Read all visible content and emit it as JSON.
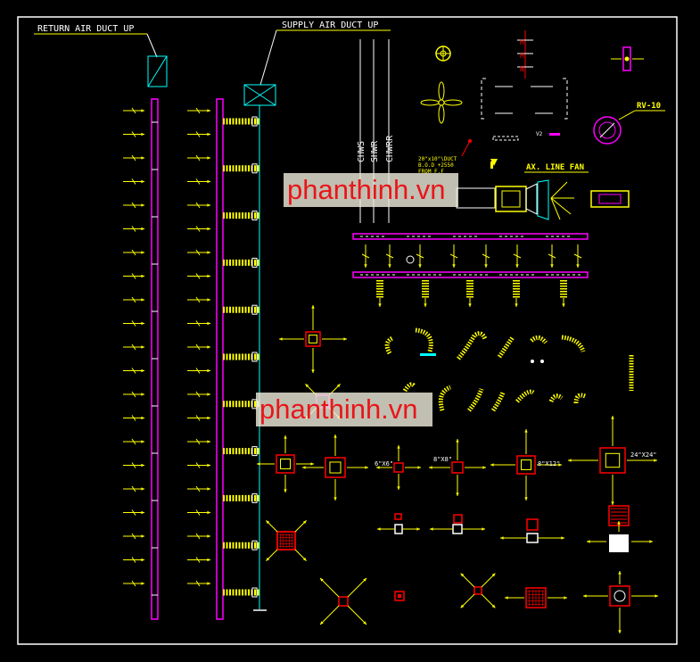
{
  "labels": {
    "return_air": "RETURN AIR DUCT UP",
    "supply_air": "SUPPLY AIR DUCT UP",
    "chws": "CHWS",
    "shwr": "SHWR",
    "chwrr": "CHWRR",
    "rv": "RV-10",
    "ax_line_fan": "AX. LINE FAN",
    "duct_note_1": "20\"x10\"\\DUCT",
    "duct_note_2": "B.O.D +2550",
    "duct_note_3": "FROM F.F",
    "size_6x6": "6\"X6\"",
    "size_8x8": "8\"X8\"",
    "size_8x12": "8\"X12\"",
    "size_24x24": "24\"X24\"",
    "v2": "V2"
  },
  "watermark": "phanthinh.vn",
  "colors": {
    "background": "#000000",
    "frame": "#ffffff",
    "magenta": "#ff00ff",
    "yellow": "#ffff00",
    "cyan": "#00ffff",
    "red": "#ff0000",
    "white": "#ffffff",
    "watermark_text": "#e8161a",
    "watermark_bg": "#ece9d8"
  }
}
